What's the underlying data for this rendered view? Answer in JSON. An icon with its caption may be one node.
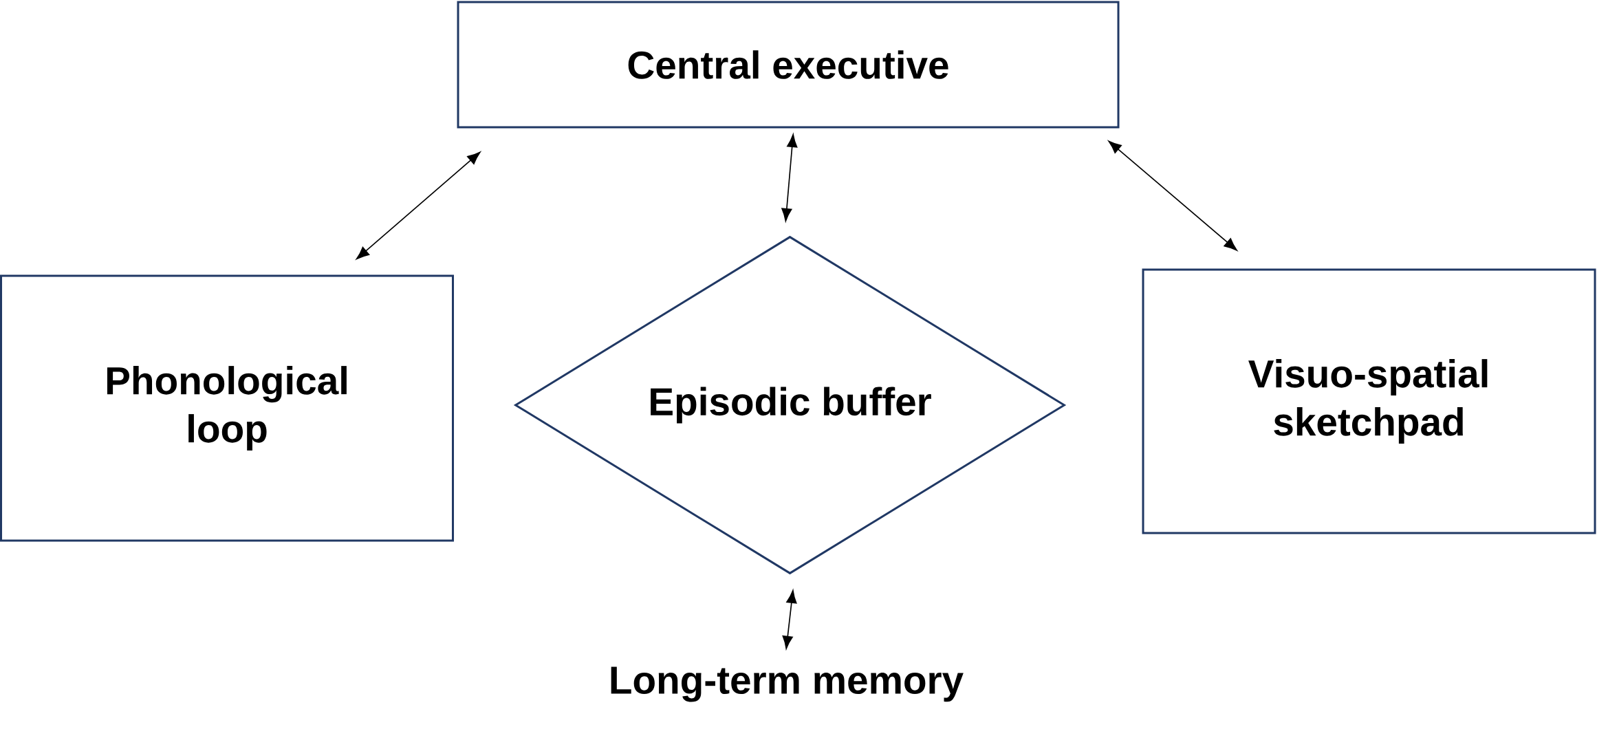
{
  "diagram": {
    "nodes": [
      {
        "text": [
          "Central executive"
        ]
      },
      {
        "text": [
          "Phonological loop"
        ]
      },
      {
        "text": [
          "Episodic buffer"
        ]
      },
      {
        "text": [
          "Visuo-spatial sketchpad"
        ]
      },
      {
        "text": [
          "Long-term memory"
        ]
      }
    ],
    "edges": [
      {
        "from": 0,
        "to": 1,
        "arrow": "both"
      },
      {
        "from": 0,
        "to": 2,
        "arrow": "both"
      },
      {
        "from": 0,
        "to": 3,
        "arrow": "both"
      },
      {
        "from": 2,
        "to": 4,
        "arrow": "both"
      }
    ]
  }
}
